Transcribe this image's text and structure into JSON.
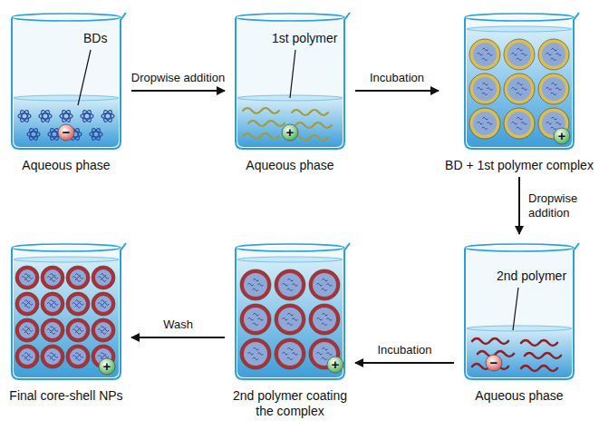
{
  "diagram": {
    "nodes": [
      {
        "text": [
          "Aqueous phase"
        ]
      },
      {
        "text": [
          "Aqueous phase"
        ]
      },
      {
        "text": [
          "BD + 1st polymer complex"
        ]
      },
      {
        "text": [
          "Aqueous phase"
        ]
      },
      {
        "text": [
          "2nd polymer coating the complex"
        ]
      },
      {
        "text": [
          "Final core-shell NPs"
        ]
      }
    ],
    "edges": [
      {
        "from": 0,
        "to": 1,
        "label": "Dropwise addition",
        "arrow": "to"
      },
      {
        "from": 1,
        "to": 2,
        "label": "Incubation",
        "arrow": "to"
      },
      {
        "from": 2,
        "to": 3,
        "label": "Dropwise addition",
        "arrow": "to"
      },
      {
        "from": 3,
        "to": 4,
        "label": "Incubation",
        "arrow": "to"
      },
      {
        "from": 4,
        "to": 5,
        "label": "Wash",
        "arrow": "to"
      }
    ],
    "labels": [
      "BDs",
      "1st polymer",
      "2nd polymer",
      "−",
      "+",
      "+",
      "−",
      "+",
      "+"
    ]
  }
}
